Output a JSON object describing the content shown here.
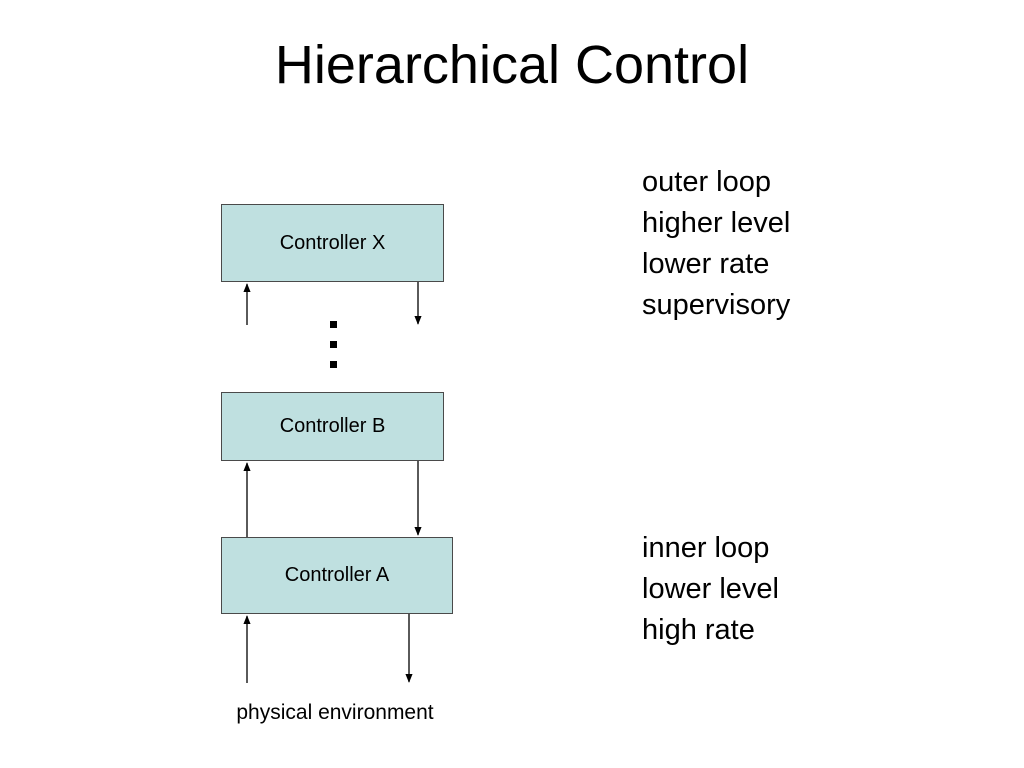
{
  "title": "Hierarchical Control",
  "colors": {
    "box_fill": "#bfe0e0",
    "box_border": "#4a4a4a",
    "arrow": "#000000"
  },
  "controllers": {
    "x": "Controller X",
    "b": "Controller B",
    "a": "Controller A"
  },
  "ellipsis": "⋮",
  "environment_label": "physical environment",
  "outer_notes": [
    "outer loop",
    "higher level",
    "lower rate",
    "supervisory"
  ],
  "inner_notes": [
    "inner loop",
    "lower level",
    "high rate"
  ]
}
